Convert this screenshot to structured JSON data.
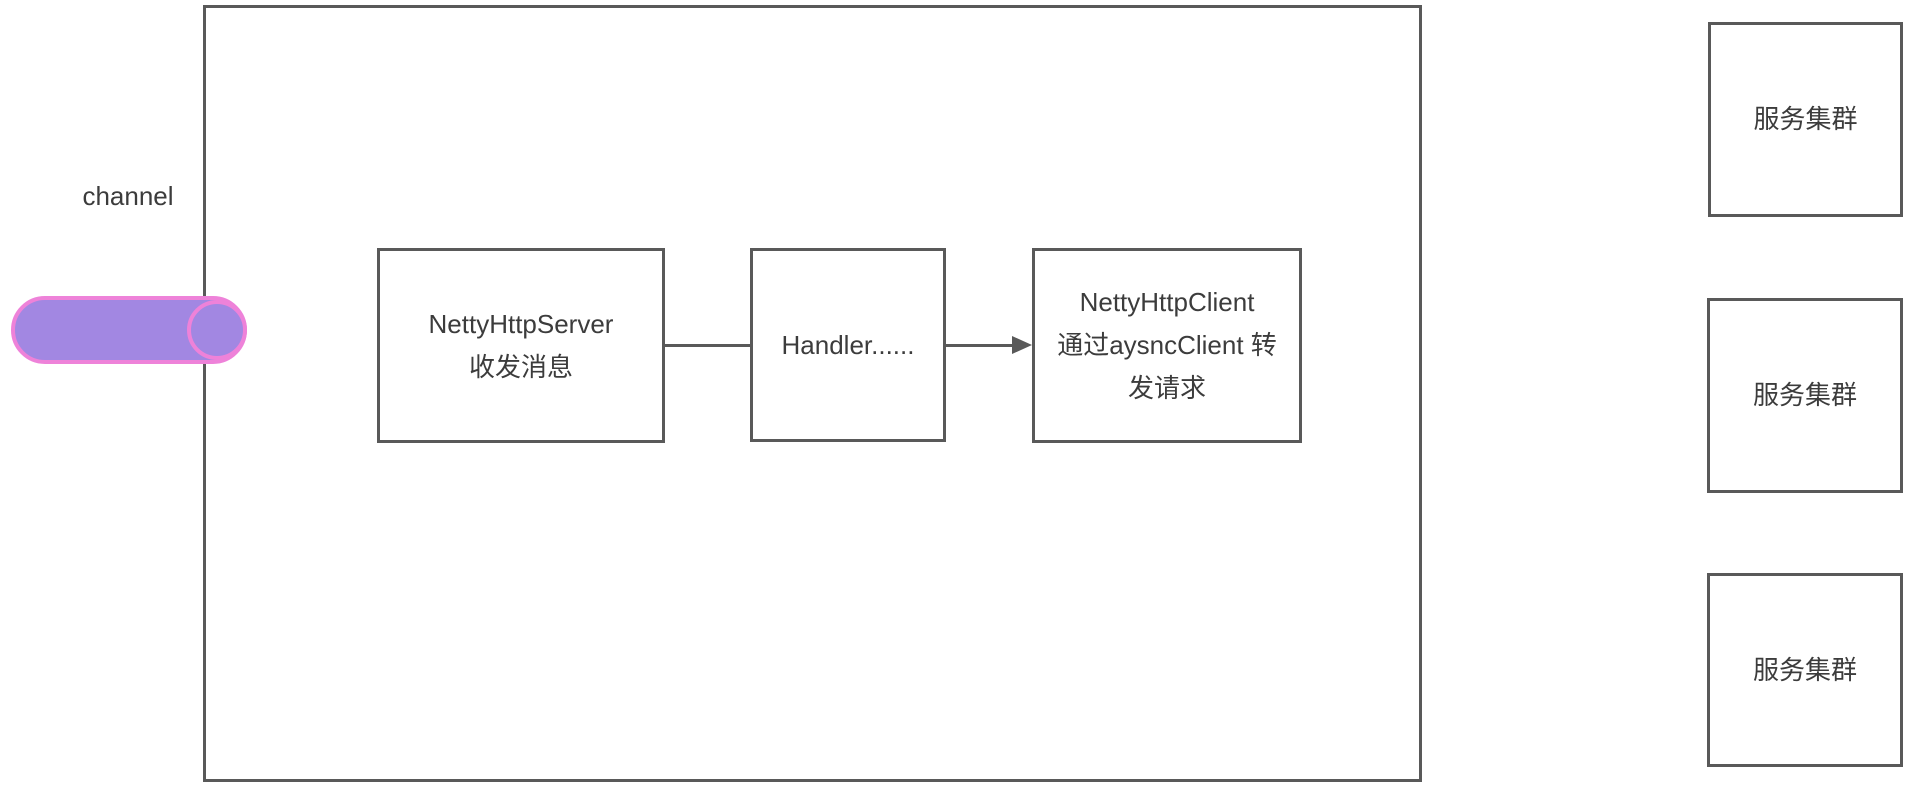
{
  "colors": {
    "border-gray": "#595959",
    "text-dark": "#3c3c3c",
    "cylinder-fill": "#a287e2",
    "cylinder-stroke": "#ee82d9"
  },
  "channel": {
    "label": "channel"
  },
  "nodes": {
    "server": {
      "lines": [
        "NettyHttpServer",
        "收发消息"
      ]
    },
    "handler": {
      "label": "Handler......"
    },
    "client": {
      "lines": [
        "NettyHttpClient",
        "通过aysncClient 转",
        "发请求"
      ]
    }
  },
  "clusters": [
    {
      "label": "服务集群"
    },
    {
      "label": "服务集群"
    },
    {
      "label": "服务集群"
    }
  ]
}
